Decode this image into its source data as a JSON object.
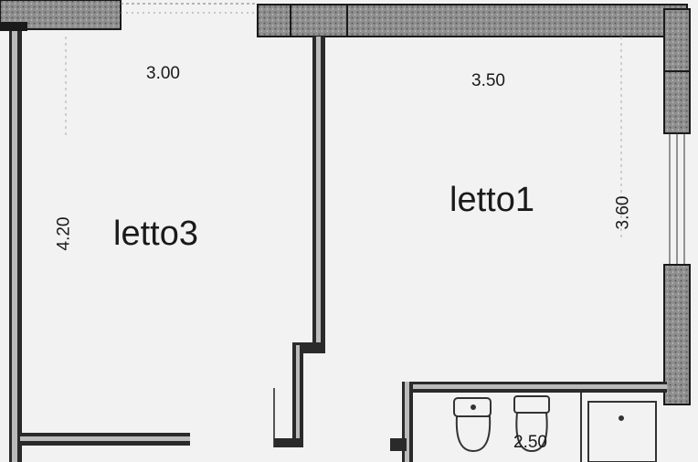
{
  "plan": {
    "rooms": [
      {
        "name": "letto3",
        "width": "3.00",
        "length": "4.20"
      },
      {
        "name": "letto1",
        "width": "3.50",
        "length": "3.60"
      },
      {
        "bathroom_dimension": "2.50"
      }
    ],
    "colors": {
      "wall_fill": "#8a8a8a",
      "wall_outline": "#1a1a1a",
      "paper": "#f2f2f2"
    }
  }
}
